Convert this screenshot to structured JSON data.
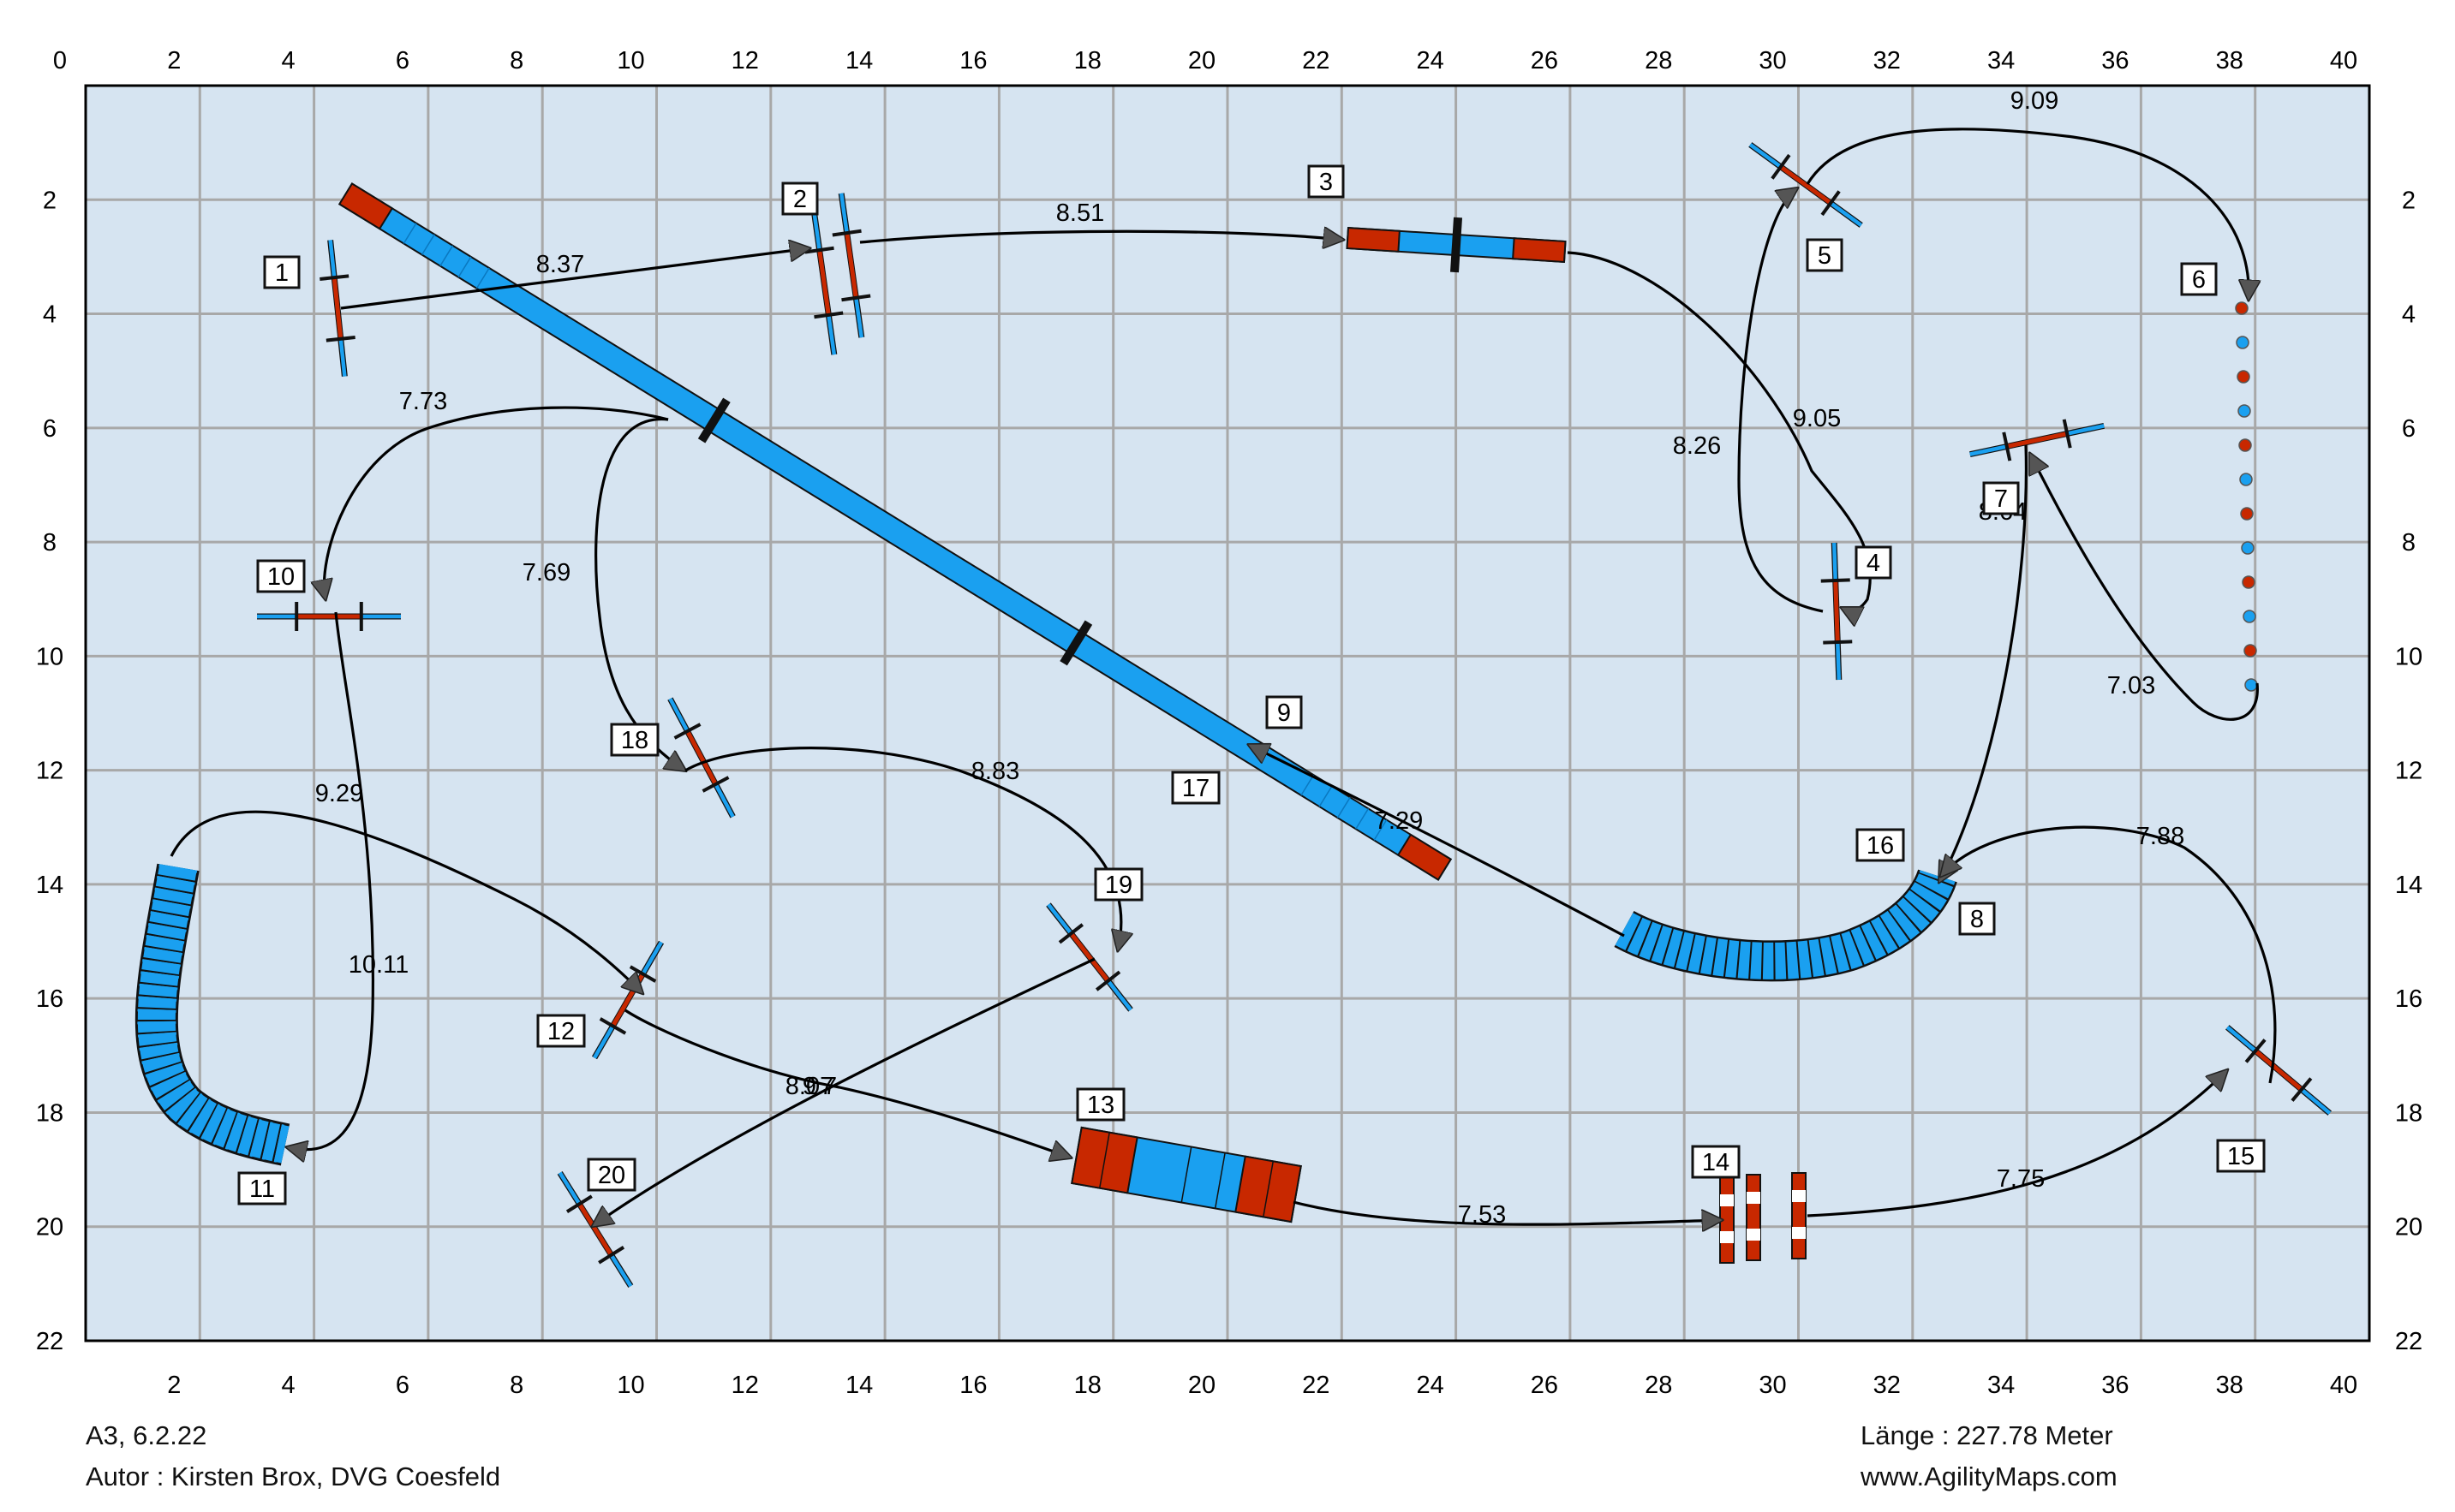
{
  "course": {
    "x_axis": {
      "min": 0,
      "max": 40,
      "ticks": [
        "0",
        "2",
        "4",
        "6",
        "8",
        "10",
        "12",
        "14",
        "16",
        "18",
        "20",
        "22",
        "24",
        "26",
        "28",
        "30",
        "32",
        "34",
        "36",
        "38",
        "40"
      ]
    },
    "y_axis": {
      "min": 0,
      "max": 22,
      "ticks": [
        "2",
        "4",
        "6",
        "8",
        "10",
        "12",
        "14",
        "16",
        "18",
        "20",
        "22"
      ]
    },
    "colors": {
      "field": "#d6e4f1",
      "grid": "#a8a8a8",
      "blue": "#1aa0f0",
      "red": "#c82800",
      "path": "#000000"
    },
    "obstacles": [
      {
        "number": "1",
        "type": "jump"
      },
      {
        "number": "2",
        "type": "double-jump"
      },
      {
        "number": "3",
        "type": "seesaw"
      },
      {
        "number": "4",
        "type": "jump"
      },
      {
        "number": "5",
        "type": "jump"
      },
      {
        "number": "6",
        "type": "weave-poles"
      },
      {
        "number": "7",
        "type": "jump"
      },
      {
        "number": "8",
        "type": "tunnel"
      },
      {
        "number": "9",
        "type": "dog-walk"
      },
      {
        "number": "10",
        "type": "jump"
      },
      {
        "number": "11",
        "type": "tunnel"
      },
      {
        "number": "12",
        "type": "jump"
      },
      {
        "number": "13",
        "type": "a-frame"
      },
      {
        "number": "14",
        "type": "triple-jump"
      },
      {
        "number": "15",
        "type": "jump"
      },
      {
        "number": "16",
        "type": "tunnel"
      },
      {
        "number": "17",
        "type": "dog-walk"
      },
      {
        "number": "18",
        "type": "jump"
      },
      {
        "number": "19",
        "type": "jump"
      },
      {
        "number": "20",
        "type": "jump"
      }
    ],
    "distances": [
      "8.37",
      "8.51",
      "9.05",
      "8.26",
      "9.09",
      "7.03",
      "8.64",
      "7.29",
      "7.69",
      "7.73",
      "9.29",
      "10.11",
      "8.07",
      "9.7",
      "7.53",
      "7.75",
      "7.88",
      "8.83"
    ]
  },
  "footer": {
    "course_info": "A3, 6.2.22",
    "author": "Autor : Kirsten Brox, DVG Coesfeld",
    "length": "Länge : 227.78 Meter",
    "website": "www.AgilityMaps.com"
  }
}
